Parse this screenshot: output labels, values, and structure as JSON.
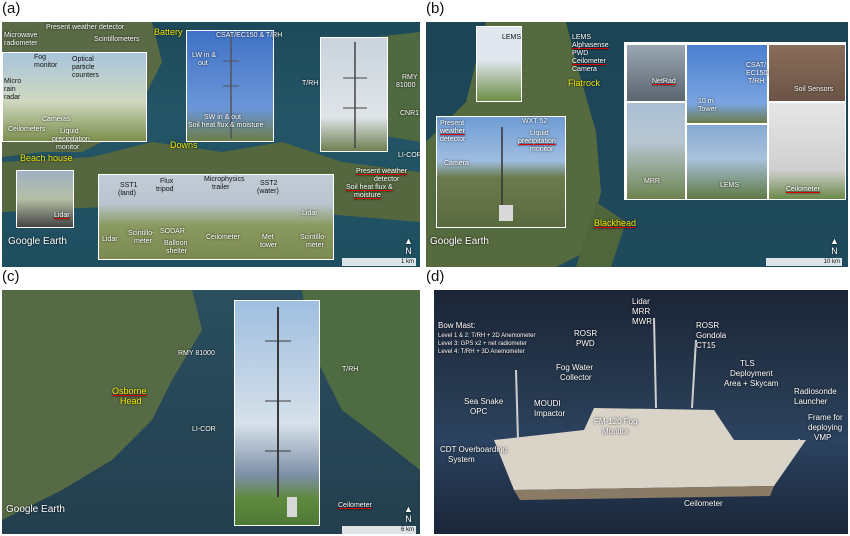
{
  "panels": {
    "a": {
      "label": "(a)",
      "left_labels": [
        "Microwave",
        "radiometer",
        "Fog",
        "monitor",
        "Micro",
        "rain",
        "radar",
        "Ceilometers",
        "Cameras",
        "Optical",
        "particle",
        "counters",
        "Present weather detector",
        "Scintillometers",
        "Liquid",
        "precipitation",
        "monitor"
      ],
      "places": {
        "battery": "Battery",
        "downs": "Downs",
        "beach_house": "Beach house"
      },
      "tower_labels": {
        "csat": "CSAT/EC150 & T/RH",
        "lw": "LW in &",
        "lw2": "out",
        "sw": "SW in & out",
        "soil": "Soil heat flux & moisture"
      },
      "tower2_labels": {
        "trh": "T/RH",
        "rmy": "RMY",
        "rmy2": "81000",
        "cnr1": "CNR1",
        "licor": "LI-COR",
        "pwd": "Present weather",
        "pwd2": "detector",
        "soil": "Soil heat flux &",
        "soil2": "moisture"
      },
      "lidar_inset": "Lidar",
      "field_labels": {
        "sst1": "SST1",
        "sst1b": "(land)",
        "flux": "Flux",
        "fluxb": "tripod",
        "micro": "Microphysics",
        "microb": "trailer",
        "sst2": "SST2",
        "sst2b": "(water)",
        "lidar": "Lidar",
        "scint": "Scintillo-",
        "scintb": "meter",
        "sodar": "SODAR",
        "balloon": "Balloon",
        "balloonb": "shelter",
        "ceilo": "Ceilometer",
        "met": "Met",
        "metb": "tower",
        "lidar2": "Lidar",
        "scint2": "Scintillo-",
        "scint2b": "meter"
      },
      "google": "Google Earth",
      "scale": "1 km"
    },
    "b": {
      "label": "(b)",
      "flatrock_list": [
        "LEMS",
        "Alphasense",
        "PWD",
        "Ceilometer",
        "Camera"
      ],
      "flatrock_inset": "LEMS",
      "places": {
        "flatrock": "Flatrock",
        "blackhead": "Blackhead"
      },
      "station_labels": {
        "pwd": "Present",
        "pwd2": "weather",
        "pwd3": "detector",
        "wxt": "WXT 52",
        "liquid": "Liquid",
        "liquid2": "precipitation",
        "liquid3": "monitor",
        "camera": "Camera"
      },
      "right_labels": {
        "netrad": "NetRad",
        "csat": "CSAT/",
        "csat2": "EC150/",
        "csat3": "T/RH",
        "tower": "10 m",
        "tower2": "Tower",
        "soil": "Soil Sensors",
        "mrr": "MRR",
        "lems": "LEMS",
        "ceilo": "Ceilometer"
      },
      "google": "Google Earth",
      "scale": "10 km"
    },
    "c": {
      "label": "(c)",
      "places": {
        "osborne": "Osborne",
        "osborne2": "Head"
      },
      "labels": {
        "rmy": "RMY 81000",
        "licor": "LI-COR",
        "trh": "T/RH",
        "ceilo": "Ceilometer"
      },
      "google": "Google Earth",
      "scale": "6 km"
    },
    "d": {
      "label": "(d)",
      "bow_title": "Bow Mast:",
      "bow_levels": [
        "Level 1 & 2: T/RH + 2D Anemometer",
        "Level 3: GPS x2 + net radiometer",
        "Level 4: T/RH + 3D Anemometer"
      ],
      "labels": {
        "lidar": "Lidar",
        "mrr": "MRR",
        "mwr": "MWR",
        "rosr1": "ROSR",
        "pwd": "PWD",
        "rosr2": "ROSR",
        "gondola": "Gondola",
        "ct15": "CT15",
        "fog1": "Fog Water",
        "fog2": "Collector",
        "tls1": "TLS",
        "tls2": "Deployment",
        "tls3": "Area + Skycam",
        "radio1": "Radiosonde",
        "radio2": "Launcher",
        "snake1": "Sea Snake",
        "snake2": "OPC",
        "moudi1": "MOUDI",
        "moudi2": "Impactor",
        "fm1": "FM-120 Fog",
        "fm2": "Monitor",
        "frame1": "Frame for",
        "frame2": "deploying",
        "frame3": "VMP",
        "cdt1": "CDT Overboarding",
        "cdt2": "System",
        "ceilo": "Ceilometer"
      }
    }
  },
  "colors": {
    "place_label": "#f2e600",
    "underline": "#dd0000",
    "callout": "#ffffff"
  }
}
